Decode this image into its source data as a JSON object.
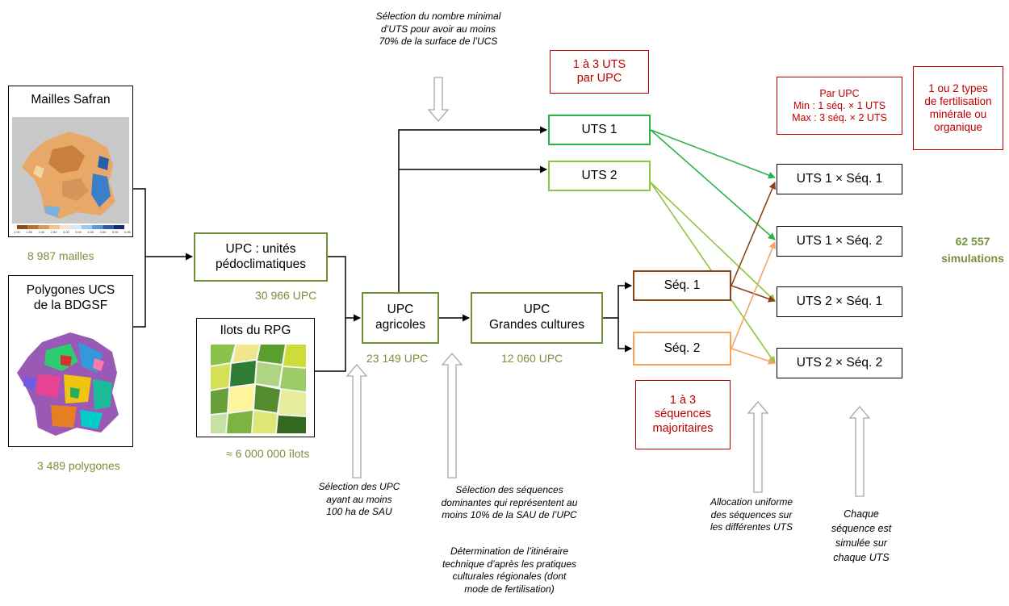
{
  "sources": {
    "safran": {
      "title": "Mailles Safran",
      "count": "8 987 mailles",
      "legend_ticks": [
        "1.00",
        "1.50",
        "2.00",
        "2.50",
        "3.00",
        "3.50",
        "4.00",
        "4.50",
        "5.00",
        "5.50"
      ]
    },
    "ucs": {
      "title_line1": "Polygones  UCS",
      "title_line2": "de la BDGSF",
      "count": "3 489 polygones"
    },
    "rpg": {
      "title": "Ilots du RPG",
      "count": "≈ 6 000 000 îlots"
    }
  },
  "nodes": {
    "upc_pedo": {
      "line1": "UPC : unités",
      "line2": "pédoclimatiques",
      "count": "30 966 UPC"
    },
    "upc_agri": {
      "line1": "UPC",
      "line2": "agricoles",
      "count": "23 149 UPC"
    },
    "upc_gc": {
      "line1": "UPC",
      "line2": "Grandes cultures",
      "count": "12 060 UPC"
    },
    "uts1": "UTS 1",
    "uts2": "UTS 2",
    "seq1": "Séq. 1",
    "seq2": "Séq. 2",
    "combos": [
      "UTS 1 × Séq. 1",
      "UTS 1 × Séq. 2",
      "UTS 2 × Séq. 1",
      "UTS 2 × Séq. 2"
    ]
  },
  "red_boxes": {
    "uts_per_upc": {
      "line1": "1 à 3 UTS",
      "line2": "par UPC"
    },
    "sequences": {
      "line1": "1 à 3",
      "line2": "séquences",
      "line3": "majoritaires"
    },
    "par_upc": {
      "line1": "Par UPC",
      "line2": "Min : 1 séq. × 1 UTS",
      "line3": "Max : 3 séq. × 2 UTS"
    },
    "fertilisation": {
      "line1": "1 ou 2 types",
      "line2": "de fertilisation",
      "line3": "minérale ou",
      "line4": "organique"
    }
  },
  "result": {
    "line1": "62 557",
    "line2": "simulations"
  },
  "notes": {
    "uts_selection": [
      "Sélection du nombre minimal",
      "d’UTS pour avoir au moins",
      "70% de la surface de l’UCS"
    ],
    "upc_selection": [
      "Sélection des UPC",
      "ayant au moins",
      "100 ha de SAU"
    ],
    "seq_selection": [
      "Sélection des séquences",
      "dominantes qui représentent au",
      "moins 10% de la SAU de l’UPC"
    ],
    "itinerary": [
      "Détermination de l’itinéraire",
      "technique d’après les pratiques",
      "culturales régionales (dont",
      "mode de fertilisation)"
    ],
    "allocation": [
      "Allocation uniforme",
      "des séquences sur",
      "les différentes UTS"
    ],
    "each_seq": [
      "Chaque",
      "séquence est",
      "simulée sur",
      "chaque  UTS"
    ]
  },
  "colors": {
    "olive": "#76923c",
    "red": "#c00000",
    "dark_green": "#2bb34a",
    "light_green": "#8cc63f",
    "brown": "#8b4513",
    "orange": "#f4a460"
  }
}
